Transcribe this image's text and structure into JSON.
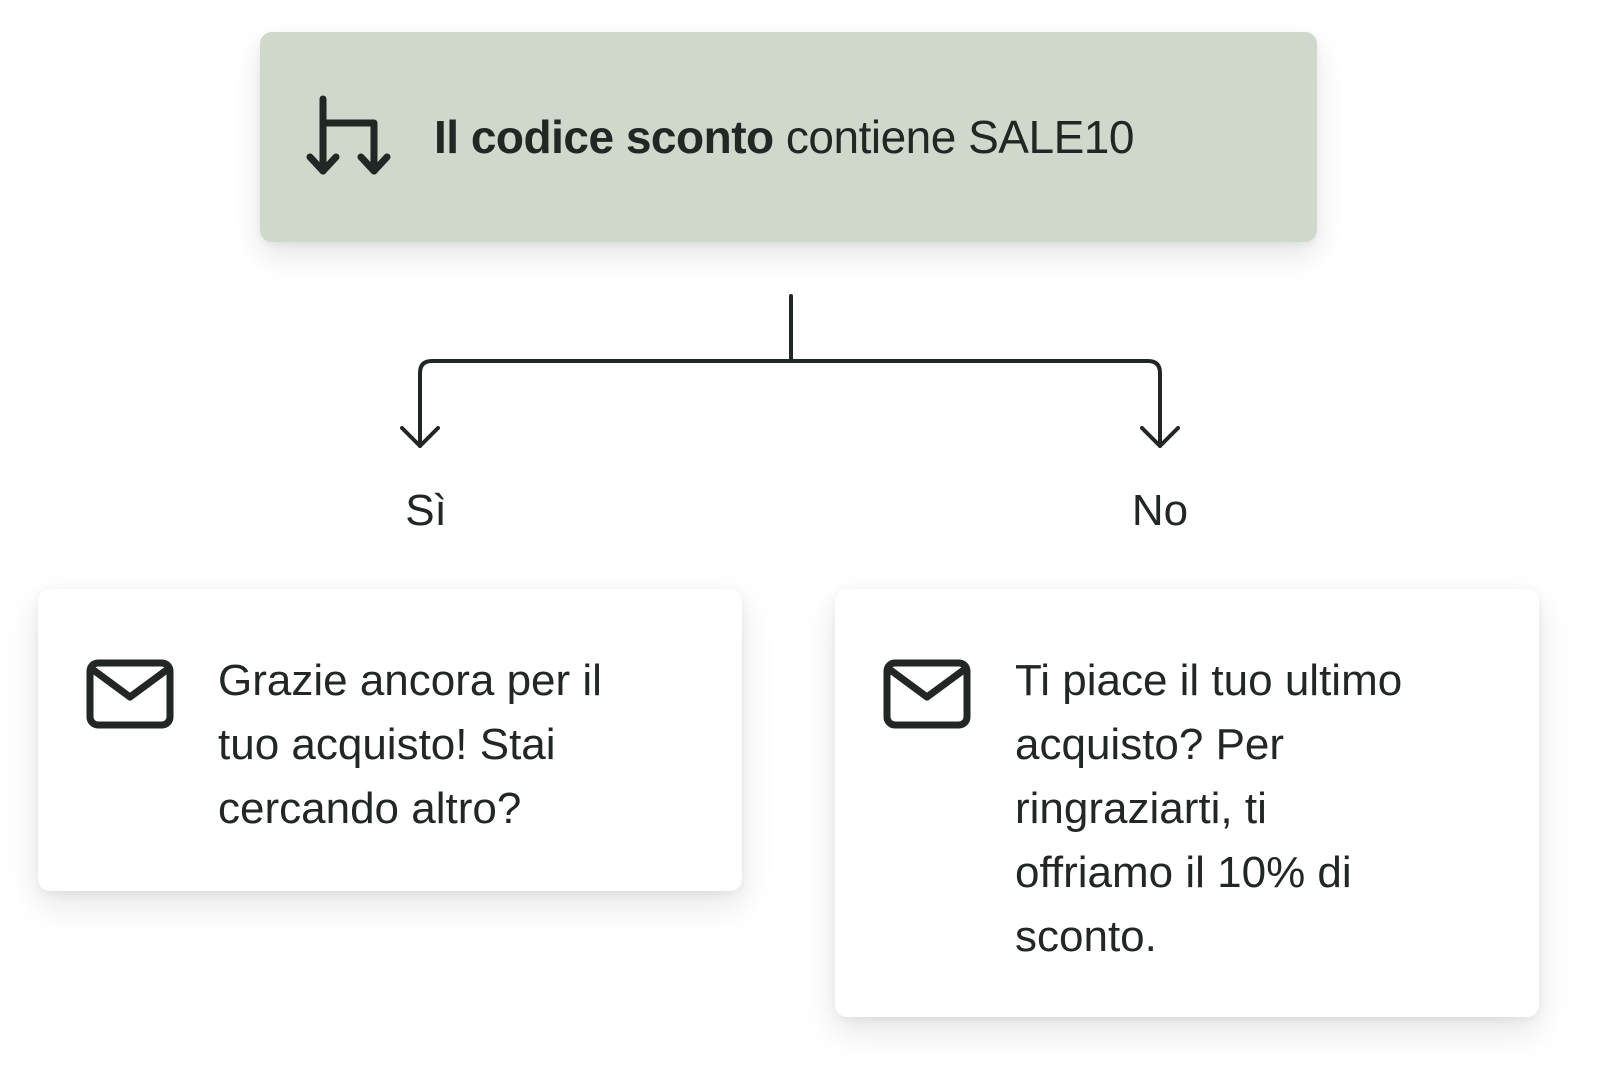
{
  "condition": {
    "icon": "split-branch-icon",
    "bold_text": "Il codice sconto",
    "rest_text": " contiene SALE10"
  },
  "branches": {
    "yes": {
      "label": "Sì",
      "icon": "mail-icon",
      "message": "Grazie ancora per il tuo acquisto! Stai cercando altro?"
    },
    "no": {
      "label": "No",
      "icon": "mail-icon",
      "message": "Ti piace il tuo ultimo acquisto? Per ringraziarti, ti offriamo il 10% di sconto."
    }
  },
  "colors": {
    "condition_background": "#d0d8cc",
    "card_background": "#ffffff",
    "line": "#222625"
  }
}
